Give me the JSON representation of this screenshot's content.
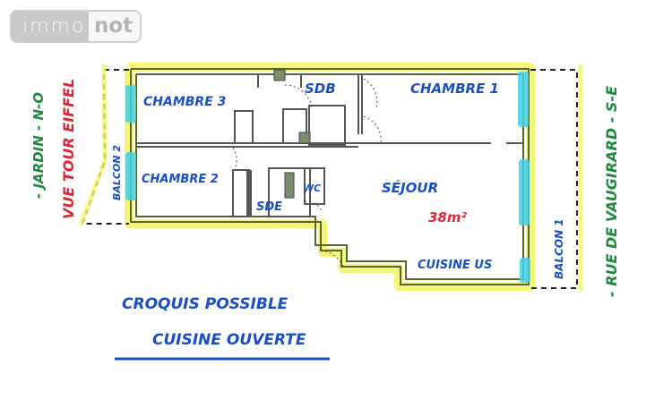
{
  "logo": {
    "part1": "immo",
    "part2": "not"
  },
  "rooms": {
    "chambre3": "CHAMBRE 3",
    "sdb": "SDB",
    "chambre1": "CHAMBRE 1",
    "chambre2": "CHAMBRE 2",
    "sde": "SDE",
    "wc": "WC",
    "sejour": "SÉJOUR",
    "sejour_area": "38m²",
    "cuisine": "CUISINE US"
  },
  "balconies": {
    "left": "BALCON 2",
    "right": "BALCON 1"
  },
  "orientation": {
    "left_green": "- JARDIN - N-O",
    "left_red": "VUE TOUR EIFFEL",
    "right_green": "- RUE DE VAUGIRARD - S-E"
  },
  "caption": {
    "line1": "CROQUIS POSSIBLE",
    "line2": "CUISINE OUVERTE"
  },
  "colors": {
    "handwriting_blue": "#1a4fc4",
    "area_red": "#d9273a",
    "label_green": "#1f8a3e",
    "highlight_yellow": "#f4f76a",
    "window_cyan": "#3fd0e8",
    "wall": "#7a8a3a"
  }
}
